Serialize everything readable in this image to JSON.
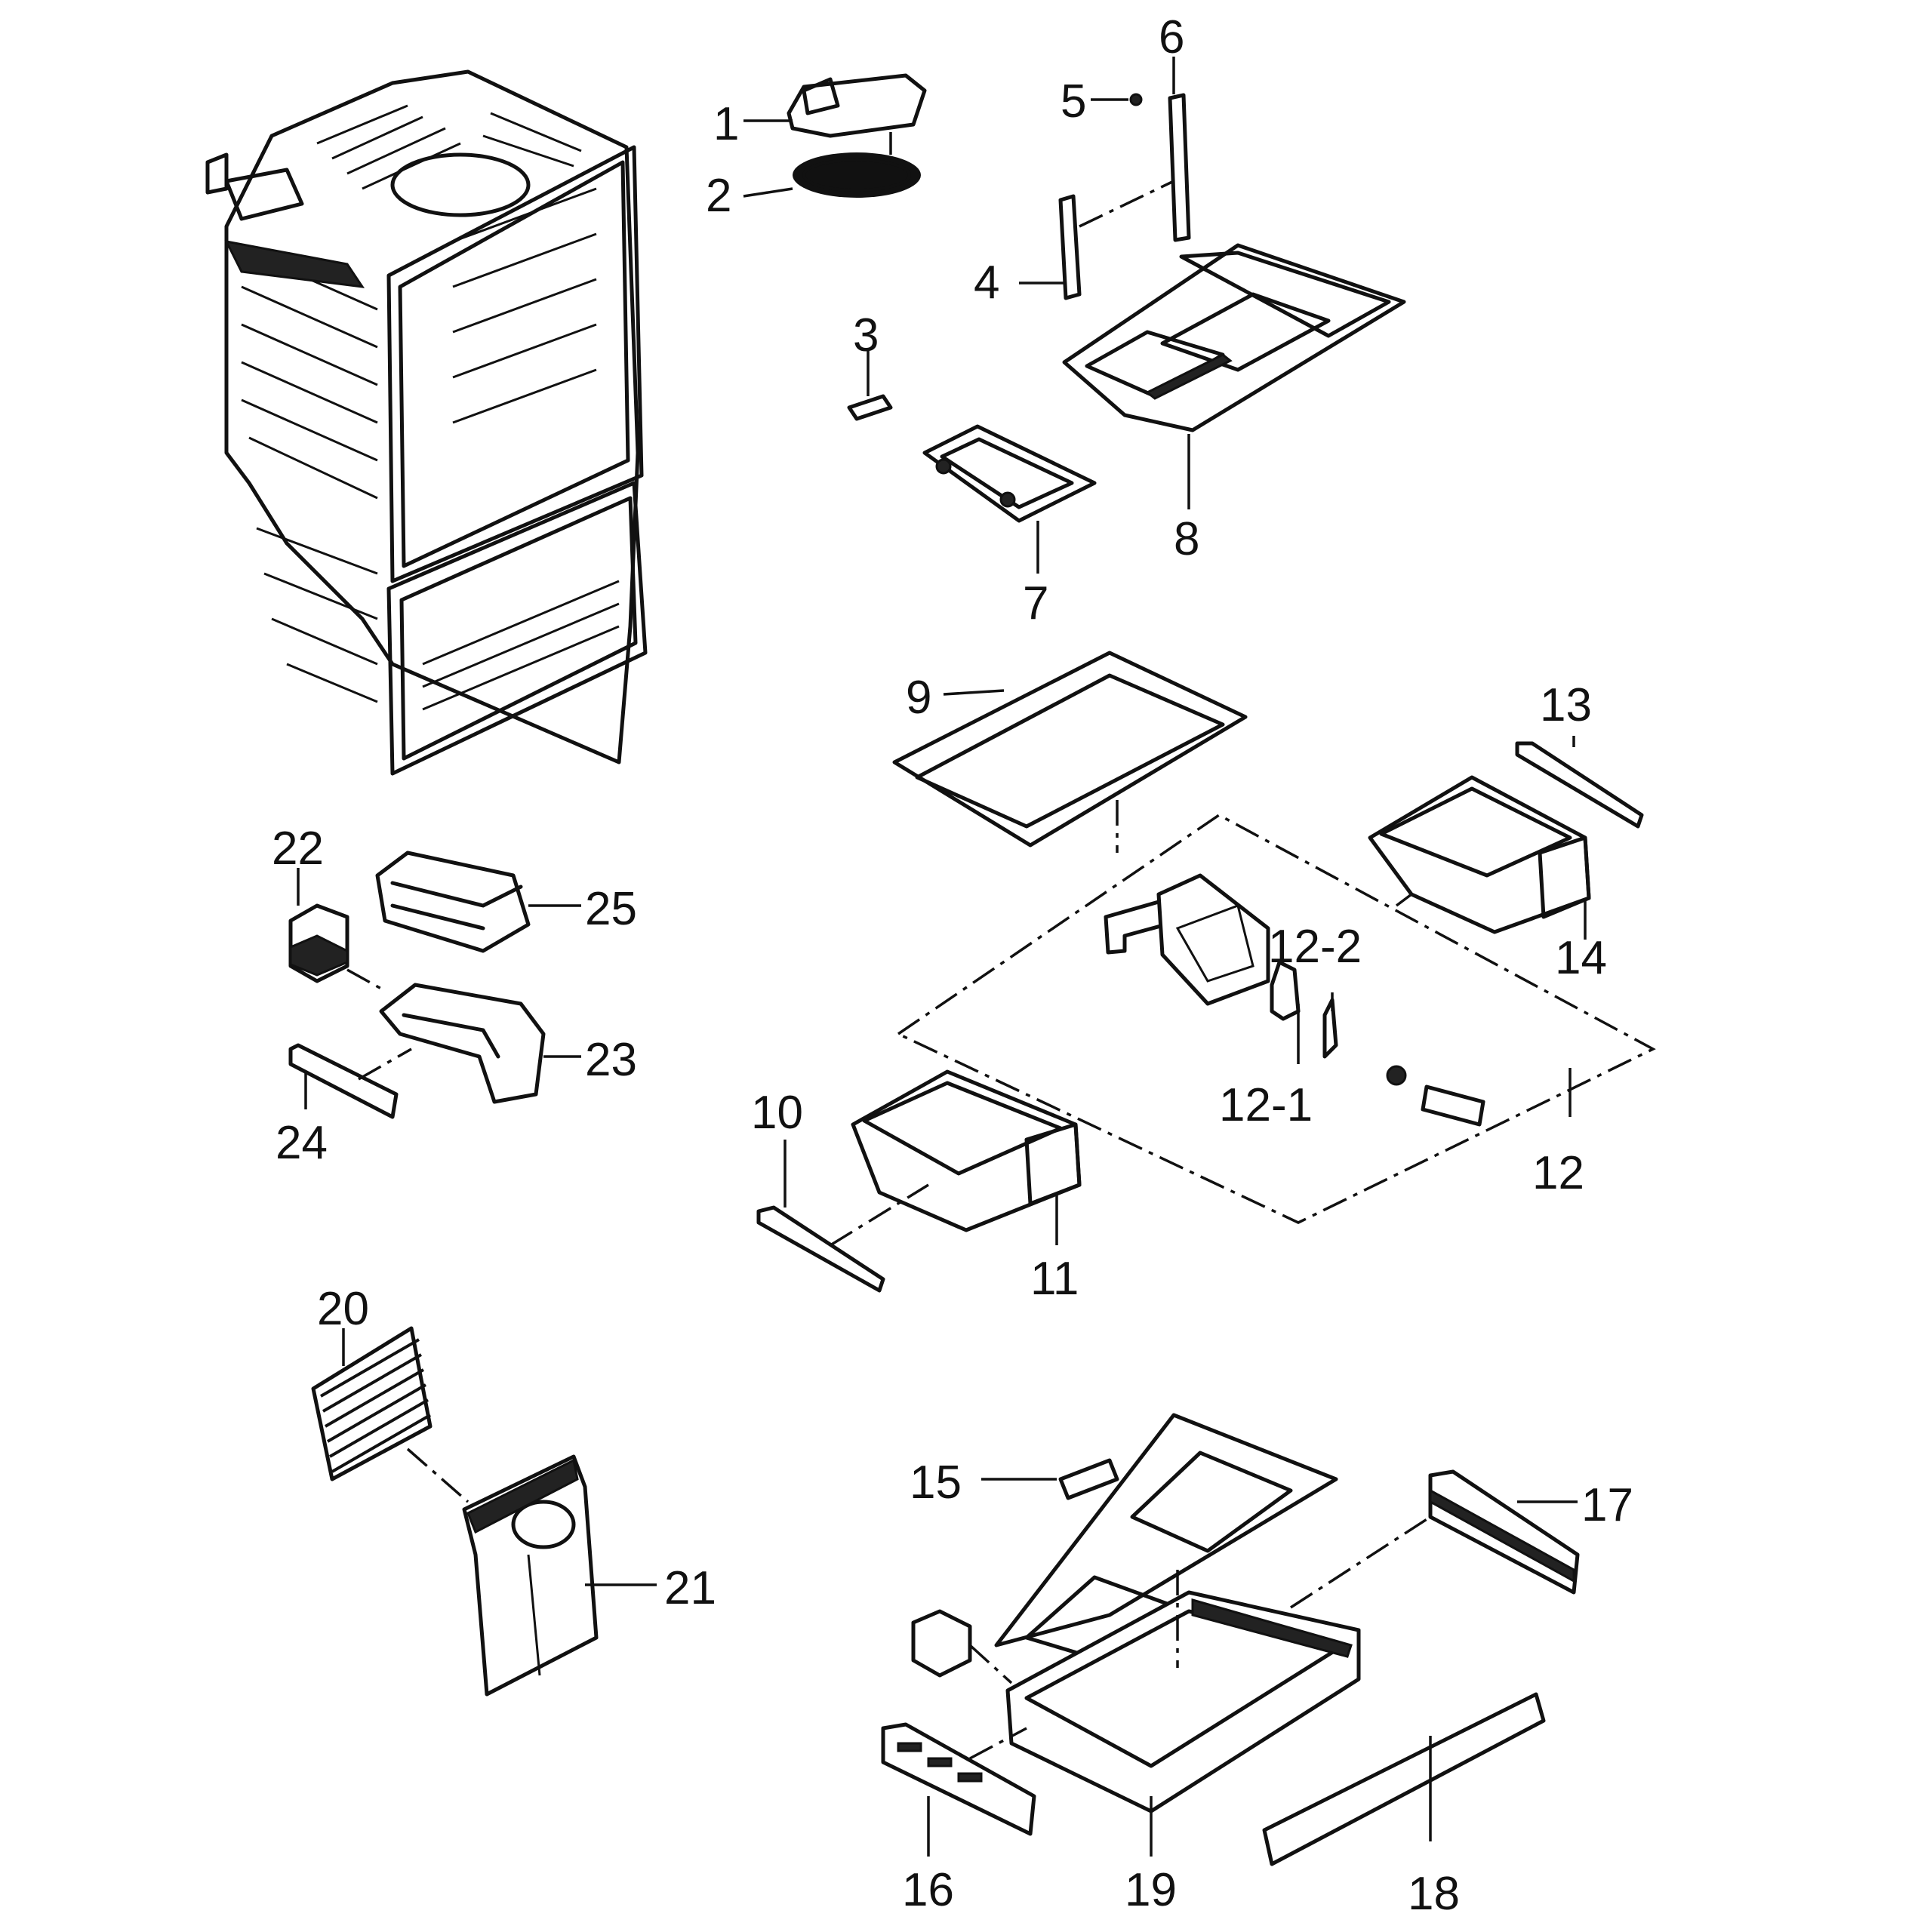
{
  "diagram": {
    "labels": {
      "p1": "1",
      "p2": "2",
      "p3": "3",
      "p4": "4",
      "p5": "5",
      "p6": "6",
      "p7": "7",
      "p8": "8",
      "p9": "9",
      "p10": "10",
      "p11": "11",
      "p12": "12",
      "p12_1": "12-1",
      "p12_2": "12-2",
      "p13": "13",
      "p14": "14",
      "p15": "15",
      "p16": "16",
      "p17": "17",
      "p18": "18",
      "p19": "19",
      "p20": "20",
      "p21": "21",
      "p22": "22",
      "p23": "23",
      "p24": "24",
      "p25": "25"
    }
  }
}
